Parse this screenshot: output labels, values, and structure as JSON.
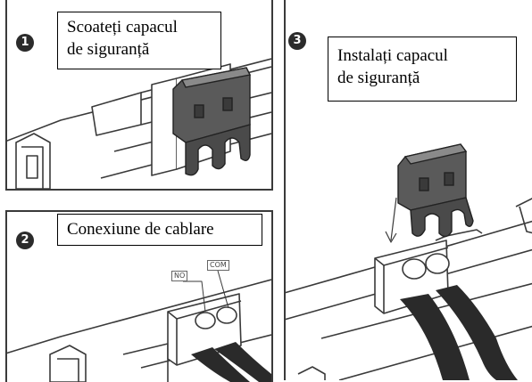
{
  "steps": [
    {
      "number": "1",
      "caption_lines": [
        "Scoateți capacul",
        "de siguranță"
      ]
    },
    {
      "number": "2",
      "caption_lines": [
        "Conexiune de cablare"
      ],
      "terminal_labels": [
        "NO",
        "COM"
      ]
    },
    {
      "number": "3",
      "caption_lines": [
        "Instalați capacul",
        "de siguranță"
      ]
    }
  ],
  "colors": {
    "line": "#3a3a3a",
    "cover": "#585858",
    "cable": "#2a2a2a",
    "badge": "#2b2b2b"
  }
}
